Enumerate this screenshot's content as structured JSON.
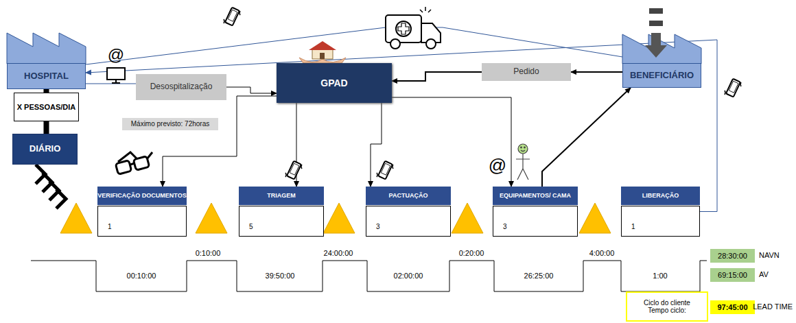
{
  "diagram": {
    "nodes": [
      {
        "text": [
          "HOSPITAL"
        ]
      },
      {
        "text": [
          "X PESSOAS/DIA"
        ]
      },
      {
        "text": [
          "DIÁRIO"
        ]
      },
      {
        "text": [
          "Desospitalização"
        ]
      },
      {
        "text": [
          "GPAD"
        ]
      },
      {
        "text": [
          "Pedido"
        ]
      },
      {
        "text": [
          "BENEFICIÁRIO"
        ]
      },
      {
        "text": [
          "Máximo previsto: 72horas"
        ]
      },
      {
        "text": [
          "VERIFICAÇÃO DOCUMENTOS",
          "1"
        ]
      },
      {
        "text": [
          "TRIAGEM",
          "5"
        ]
      },
      {
        "text": [
          "PACTUAÇÃO",
          "3"
        ]
      },
      {
        "text": [
          "EQUIPAMENTOS/ CAMA",
          "3"
        ]
      },
      {
        "text": [
          "LIBERAÇÃO",
          "1"
        ]
      },
      {
        "text": [
          "Ciclo do cliente Tempo ciclo:"
        ]
      },
      {
        "text": [
          "28:30:00"
        ]
      },
      {
        "text": [
          "69:15:00"
        ]
      },
      {
        "text": [
          "97:45:00"
        ]
      }
    ],
    "edges": [
      {
        "from": 0,
        "to": 3,
        "arrow": "none"
      },
      {
        "from": 3,
        "to": 4,
        "arrow": "to"
      },
      {
        "from": 6,
        "to": 5,
        "arrow": "to"
      },
      {
        "from": 5,
        "to": 4,
        "arrow": "to"
      },
      {
        "from": 4,
        "to": 8,
        "arrow": "to"
      },
      {
        "from": 4,
        "to": 9,
        "arrow": "to"
      },
      {
        "from": 4,
        "to": 10,
        "arrow": "to"
      },
      {
        "from": 4,
        "to": 11,
        "arrow": "to"
      },
      {
        "from": 11,
        "to": 6,
        "arrow": "to"
      },
      {
        "from": 12,
        "to": 0,
        "arrow": "to"
      },
      {
        "from": 0,
        "to": 6,
        "arrow": "none"
      },
      {
        "from": 0,
        "to": 1,
        "arrow": "none"
      },
      {
        "from": 1,
        "to": 2,
        "arrow": "none"
      }
    ],
    "labels": [
      "@",
      "@",
      "0:10:00",
      "24:00:00",
      "0:20:00",
      "4:00:00",
      "00:10:00",
      "39:50:00",
      "02:00:00",
      "26:25:00",
      "1:00",
      "NAVN",
      "AV",
      "LEAD TIME"
    ]
  }
}
